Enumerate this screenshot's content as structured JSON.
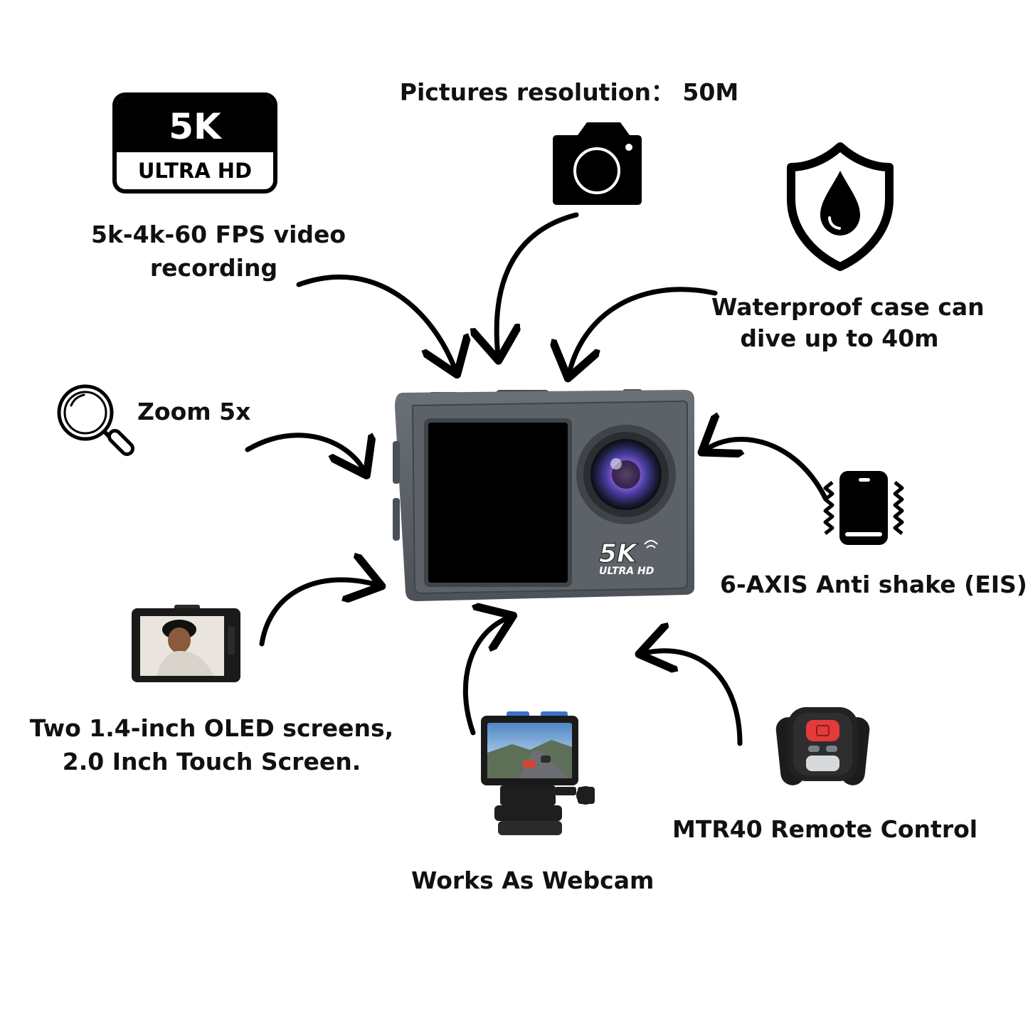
{
  "badge": {
    "title": "5K",
    "subtitle": "ULTRA HD"
  },
  "features": {
    "video": [
      "5k-4k-60 FPS video",
      "recording"
    ],
    "pictures": "Pictures resolution： 50M",
    "waterproof": [
      "Waterproof case can",
      "dive up to 40m"
    ],
    "zoom": "Zoom 5x",
    "antishake": "6-AXIS Anti shake (EIS)",
    "screens": [
      "Two 1.4-inch OLED screens,",
      "2.0 Inch Touch Screen."
    ],
    "webcam": "Works As Webcam",
    "remote": "MTR40 Remote Control"
  },
  "camera_logo": {
    "title": "5K",
    "subtitle": "ULTRA HD"
  },
  "icons": [
    "camera-icon",
    "water-shield-icon",
    "magnifier-icon",
    "vibrating-phone-icon"
  ]
}
